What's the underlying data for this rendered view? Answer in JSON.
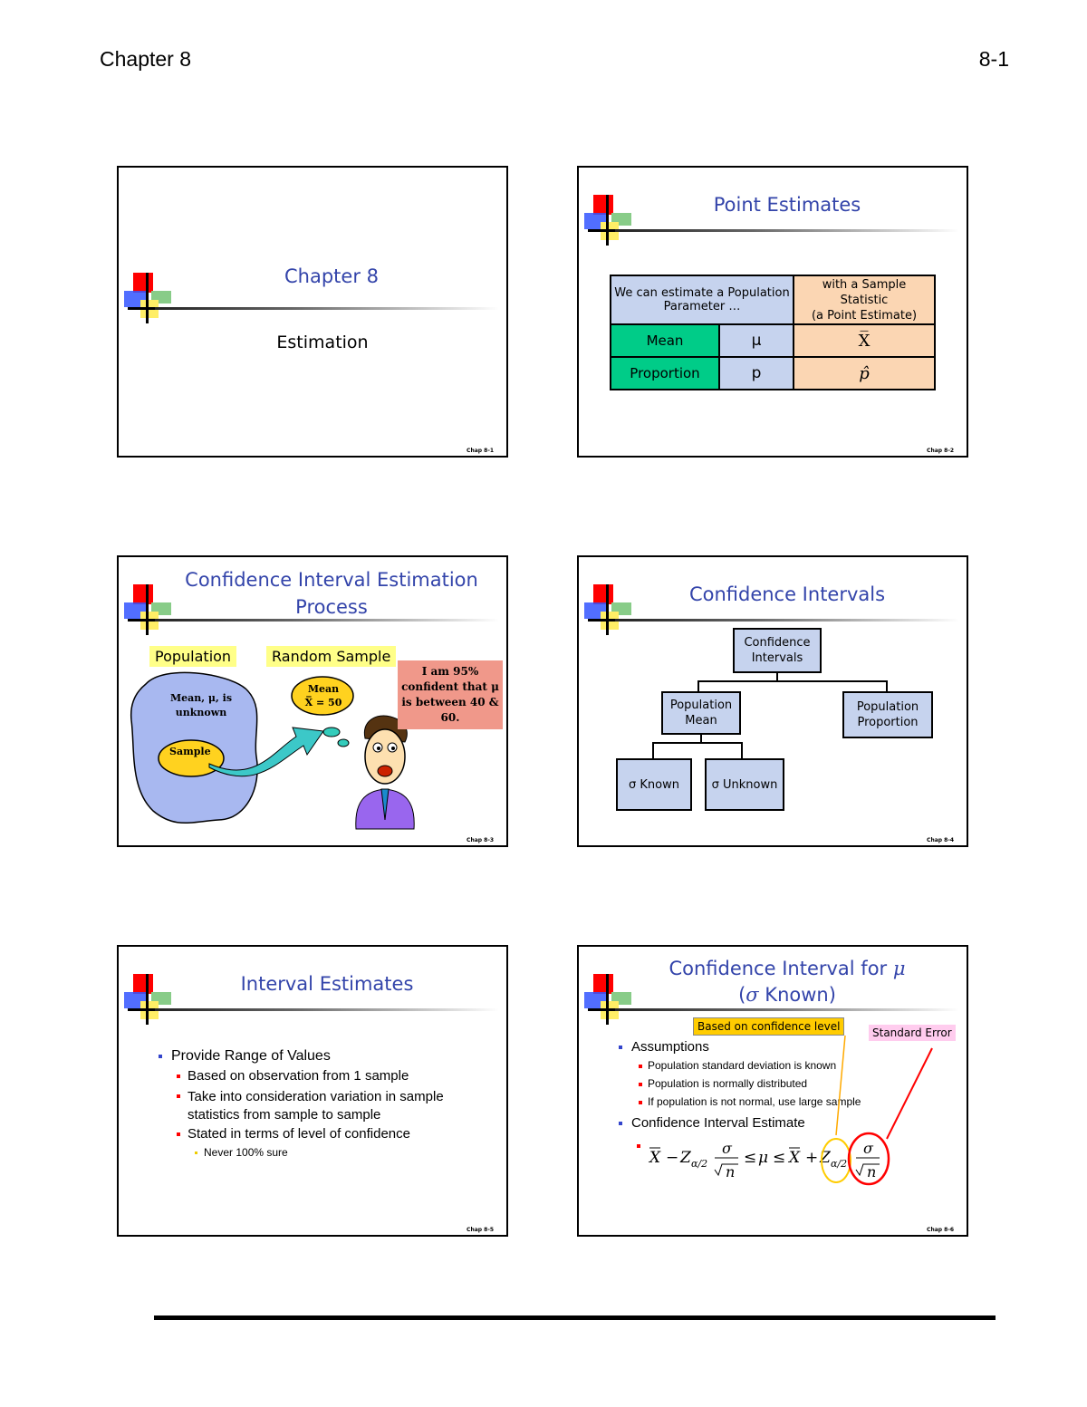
{
  "header": {
    "left": "Chapter 8",
    "right": "8-1"
  },
  "slides": {
    "s1": {
      "title": "Chapter 8",
      "subtitle": "Estimation",
      "footer": "Chap 8-1"
    },
    "s2": {
      "title": "Point Estimates",
      "footer": "Chap 8-2",
      "table": {
        "head_left": "We can estimate a Population Parameter …",
        "head_right_1": "with a Sample",
        "head_right_2": "Statistic",
        "head_right_3": "(a Point Estimate)",
        "rows": [
          {
            "name": "Mean",
            "param": "μ",
            "stat": "X̅"
          },
          {
            "name": "Proportion",
            "param": "p",
            "stat": "p̂"
          }
        ]
      }
    },
    "s3": {
      "title_1": "Confidence Interval Estimation",
      "title_2": "Process",
      "footer": "Chap 8-3",
      "population_label": "Population",
      "sample_label": "Random Sample",
      "pop_text_1": "Mean, μ, is",
      "pop_text_2": "unknown",
      "sample_oval": "Sample",
      "mean_text_1": "Mean",
      "mean_text_2": "X̅ = 50",
      "quote": "I am 95% confident that μ is between 40 & 60."
    },
    "s4": {
      "title": "Confidence Intervals",
      "footer": "Chap 8-4",
      "root_1": "Confidence",
      "root_2": "Intervals",
      "left_1": "Population",
      "left_2": "Mean",
      "right_1": "Population",
      "right_2": "Proportion",
      "known": "σ Known",
      "unknown": "σ Unknown"
    },
    "s5": {
      "title": "Interval Estimates",
      "footer": "Chap 8-5",
      "b1": "Provide Range of Values",
      "b2": "Based on observation from 1 sample",
      "b3a": "Take into consideration variation in sample",
      "b3b": "statistics from sample to sample",
      "b4": "Stated in terms of level of confidence",
      "b5": "Never 100% sure"
    },
    "s6": {
      "title_1": "Confidence Interval for",
      "title_mu": "μ",
      "title_2a": "(",
      "title_sigma": "σ",
      "title_2b": " Known)",
      "footer": "Chap 8-6",
      "label_conf": "Based on confidence level",
      "label_se": "Standard Error",
      "b1": "Assumptions",
      "b2": "Population standard deviation is known",
      "b3": "Population is normally distributed",
      "b4": "If population is not normal, use large sample",
      "b5": "Confidence Interval Estimate"
    }
  }
}
